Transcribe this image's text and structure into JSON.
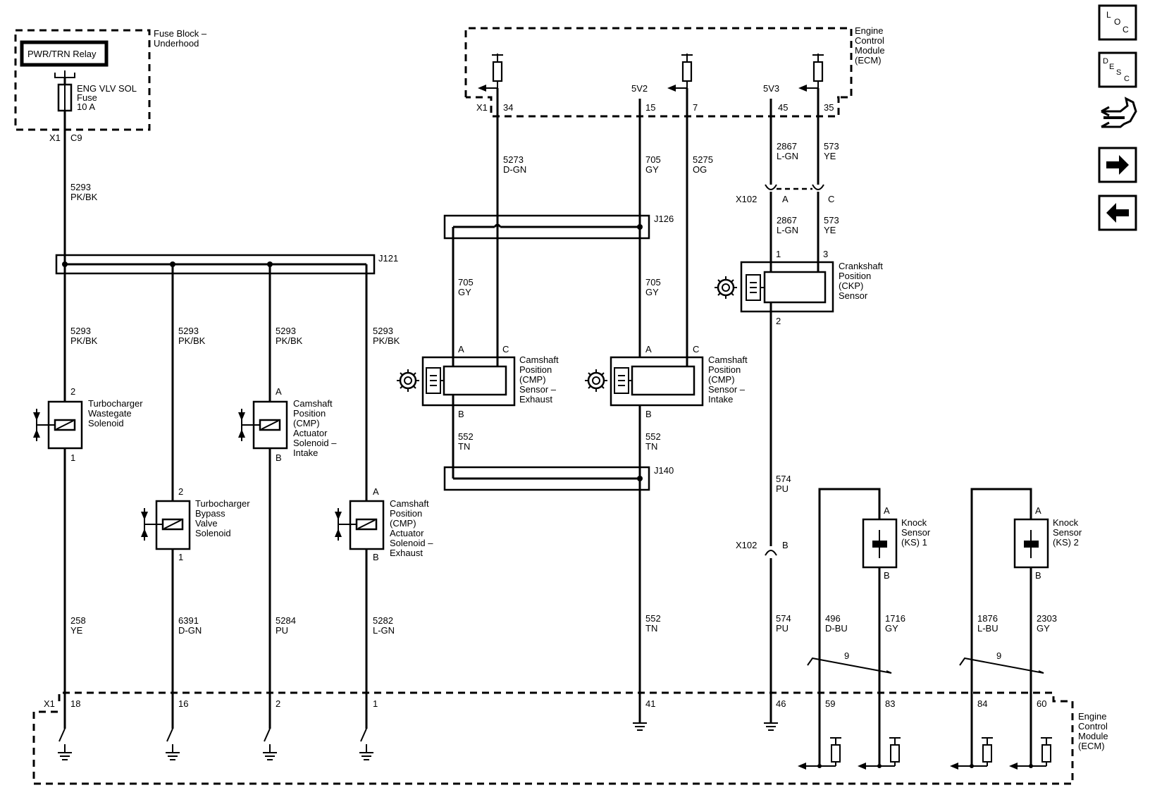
{
  "modules": {
    "fuse_block_title": [
      "Fuse Block –",
      "Underhood"
    ],
    "relay_label": "PWR/TRN Relay",
    "fuse_label": [
      "ENG VLV SOL",
      "Fuse",
      "10 A"
    ],
    "ecm_title": [
      "Engine",
      "Control",
      "Module",
      "(ECM)"
    ]
  },
  "connectors": {
    "x1": "X1",
    "x102": "X102",
    "j121": "J121",
    "j126": "J126",
    "j140": "J140"
  },
  "pins": {
    "fuse_c9": "C9",
    "ecm_top": [
      "34",
      "15",
      "7",
      "45",
      "35"
    ],
    "ecm_refs": [
      "5V2",
      "5V3"
    ],
    "x102_top": [
      "A",
      "C"
    ],
    "x102_mid": "B",
    "ecm_bottom": [
      "18",
      "16",
      "2",
      "1",
      "41",
      "46",
      "59",
      "83",
      "84",
      "60"
    ],
    "solenoid_wg": [
      "2",
      "1"
    ],
    "solenoid_bypass": [
      "2",
      "1"
    ],
    "solenoid_intake": [
      "A",
      "B"
    ],
    "solenoid_exhaust": [
      "A",
      "B"
    ],
    "cmp_exhaust": [
      "A",
      "C",
      "B"
    ],
    "cmp_intake": [
      "A",
      "C",
      "B"
    ],
    "ckp": [
      "1",
      "3",
      "2"
    ],
    "ks1": [
      "A",
      "B"
    ],
    "ks2": [
      "A",
      "B"
    ],
    "shield_count": [
      "9",
      "9"
    ]
  },
  "wires": {
    "feed": [
      "5293",
      "PK/BK"
    ],
    "splice_out": [
      [
        "5293",
        "PK/BK"
      ],
      [
        "5293",
        "PK/BK"
      ],
      [
        "5293",
        "PK/BK"
      ],
      [
        "5293",
        "PK/BK"
      ]
    ],
    "cmp_exh_sig": [
      "5273",
      "D-GN"
    ],
    "ref_5v2": [
      "705",
      "GY"
    ],
    "cmp_int_sig": [
      "5275",
      "OG"
    ],
    "ckp_ref": [
      "2867",
      "L-GN"
    ],
    "ckp_sig": [
      "573",
      "YE"
    ],
    "ckp_ref_2": [
      "2867",
      "L-GN"
    ],
    "ckp_sig_2": [
      "573",
      "YE"
    ],
    "cmp_exh_ref": [
      "705",
      "GY"
    ],
    "cmp_int_ref": [
      "705",
      "GY"
    ],
    "cmp_exh_low": [
      "552",
      "TN"
    ],
    "cmp_int_low": [
      "552",
      "TN"
    ],
    "ckp_low": [
      "574",
      "PU"
    ],
    "ckp_low_2": [
      "574",
      "PU"
    ],
    "wg_ctrl": [
      "258",
      "YE"
    ],
    "bypass_ctrl": [
      "6391",
      "D-GN"
    ],
    "int_ctrl": [
      "5284",
      "PU"
    ],
    "exh_ctrl": [
      "5282",
      "L-GN"
    ],
    "low_ref": [
      "552",
      "TN"
    ],
    "ks1_a": [
      "496",
      "D-BU"
    ],
    "ks1_b": [
      "1716",
      "GY"
    ],
    "ks2_a": [
      "1876",
      "L-BU"
    ],
    "ks2_b": [
      "2303",
      "GY"
    ]
  },
  "components": {
    "wastegate": [
      "Turbocharger",
      "Wastegate",
      "Solenoid"
    ],
    "bypass": [
      "Turbocharger",
      "Bypass",
      "Valve",
      "Solenoid"
    ],
    "cmp_act_intake": [
      "Camshaft",
      "Position",
      "(CMP)",
      "Actuator",
      "Solenoid –",
      "Intake"
    ],
    "cmp_act_exhaust": [
      "Camshaft",
      "Position",
      "(CMP)",
      "Actuator",
      "Solenoid –",
      "Exhaust"
    ],
    "cmp_sensor_exhaust": [
      "Camshaft",
      "Position",
      "(CMP)",
      "Sensor –",
      "Exhaust"
    ],
    "cmp_sensor_intake": [
      "Camshaft",
      "Position",
      "(CMP)",
      "Sensor –",
      "Intake"
    ],
    "ckp_sensor": [
      "Crankshaft",
      "Position",
      "(CKP)",
      "Sensor"
    ],
    "ks1": [
      "Knock",
      "Sensor",
      "(KS) 1"
    ],
    "ks2": [
      "Knock",
      "Sensor",
      "(KS) 2"
    ]
  },
  "nav": {
    "loc": "LOC",
    "desc": "DESC",
    "icons": [
      "loc-icon",
      "desc-icon",
      "harness-icon",
      "arrow-right-icon",
      "arrow-left-icon"
    ]
  }
}
